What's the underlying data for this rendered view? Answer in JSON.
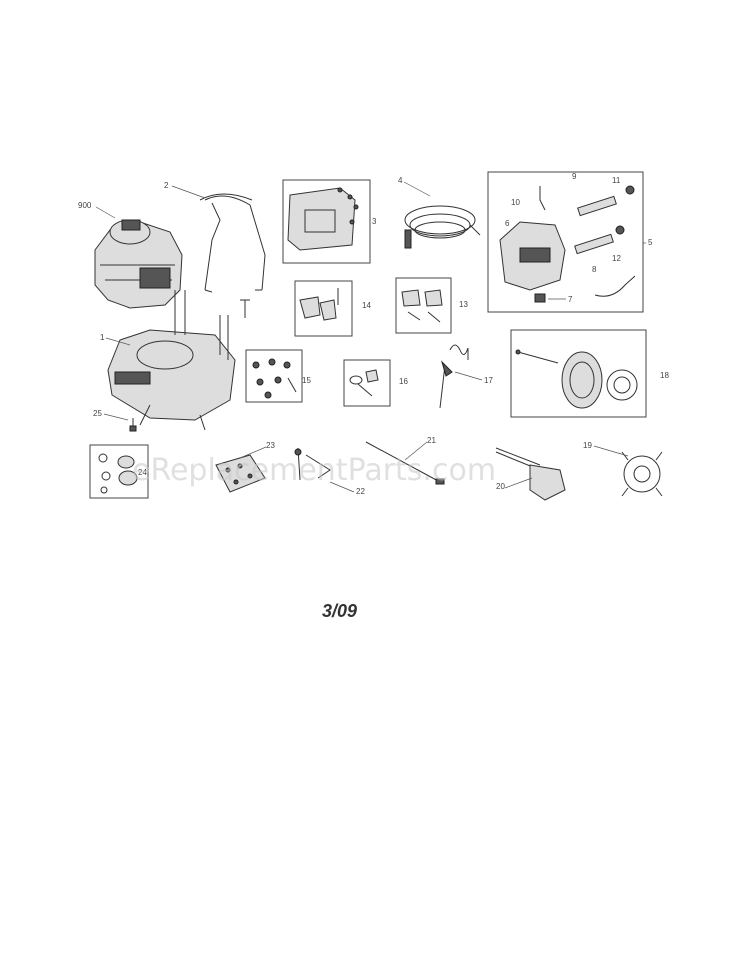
{
  "watermark": "eReplacementParts.com",
  "date_code": "3/09",
  "callouts": {
    "c900": "900",
    "c1": "1",
    "c2": "2",
    "c3": "3",
    "c4": "4",
    "c5": "5",
    "c6": "6",
    "c7": "7",
    "c8": "8",
    "c9": "9",
    "c10": "10",
    "c11": "11",
    "c12": "12",
    "c13": "13",
    "c14": "14",
    "c15": "15",
    "c16": "16",
    "c17": "17",
    "c18": "18",
    "c19": "19",
    "c20": "20",
    "c21": "21",
    "c22": "22",
    "c23": "23",
    "c24": "24",
    "c25": "25"
  }
}
